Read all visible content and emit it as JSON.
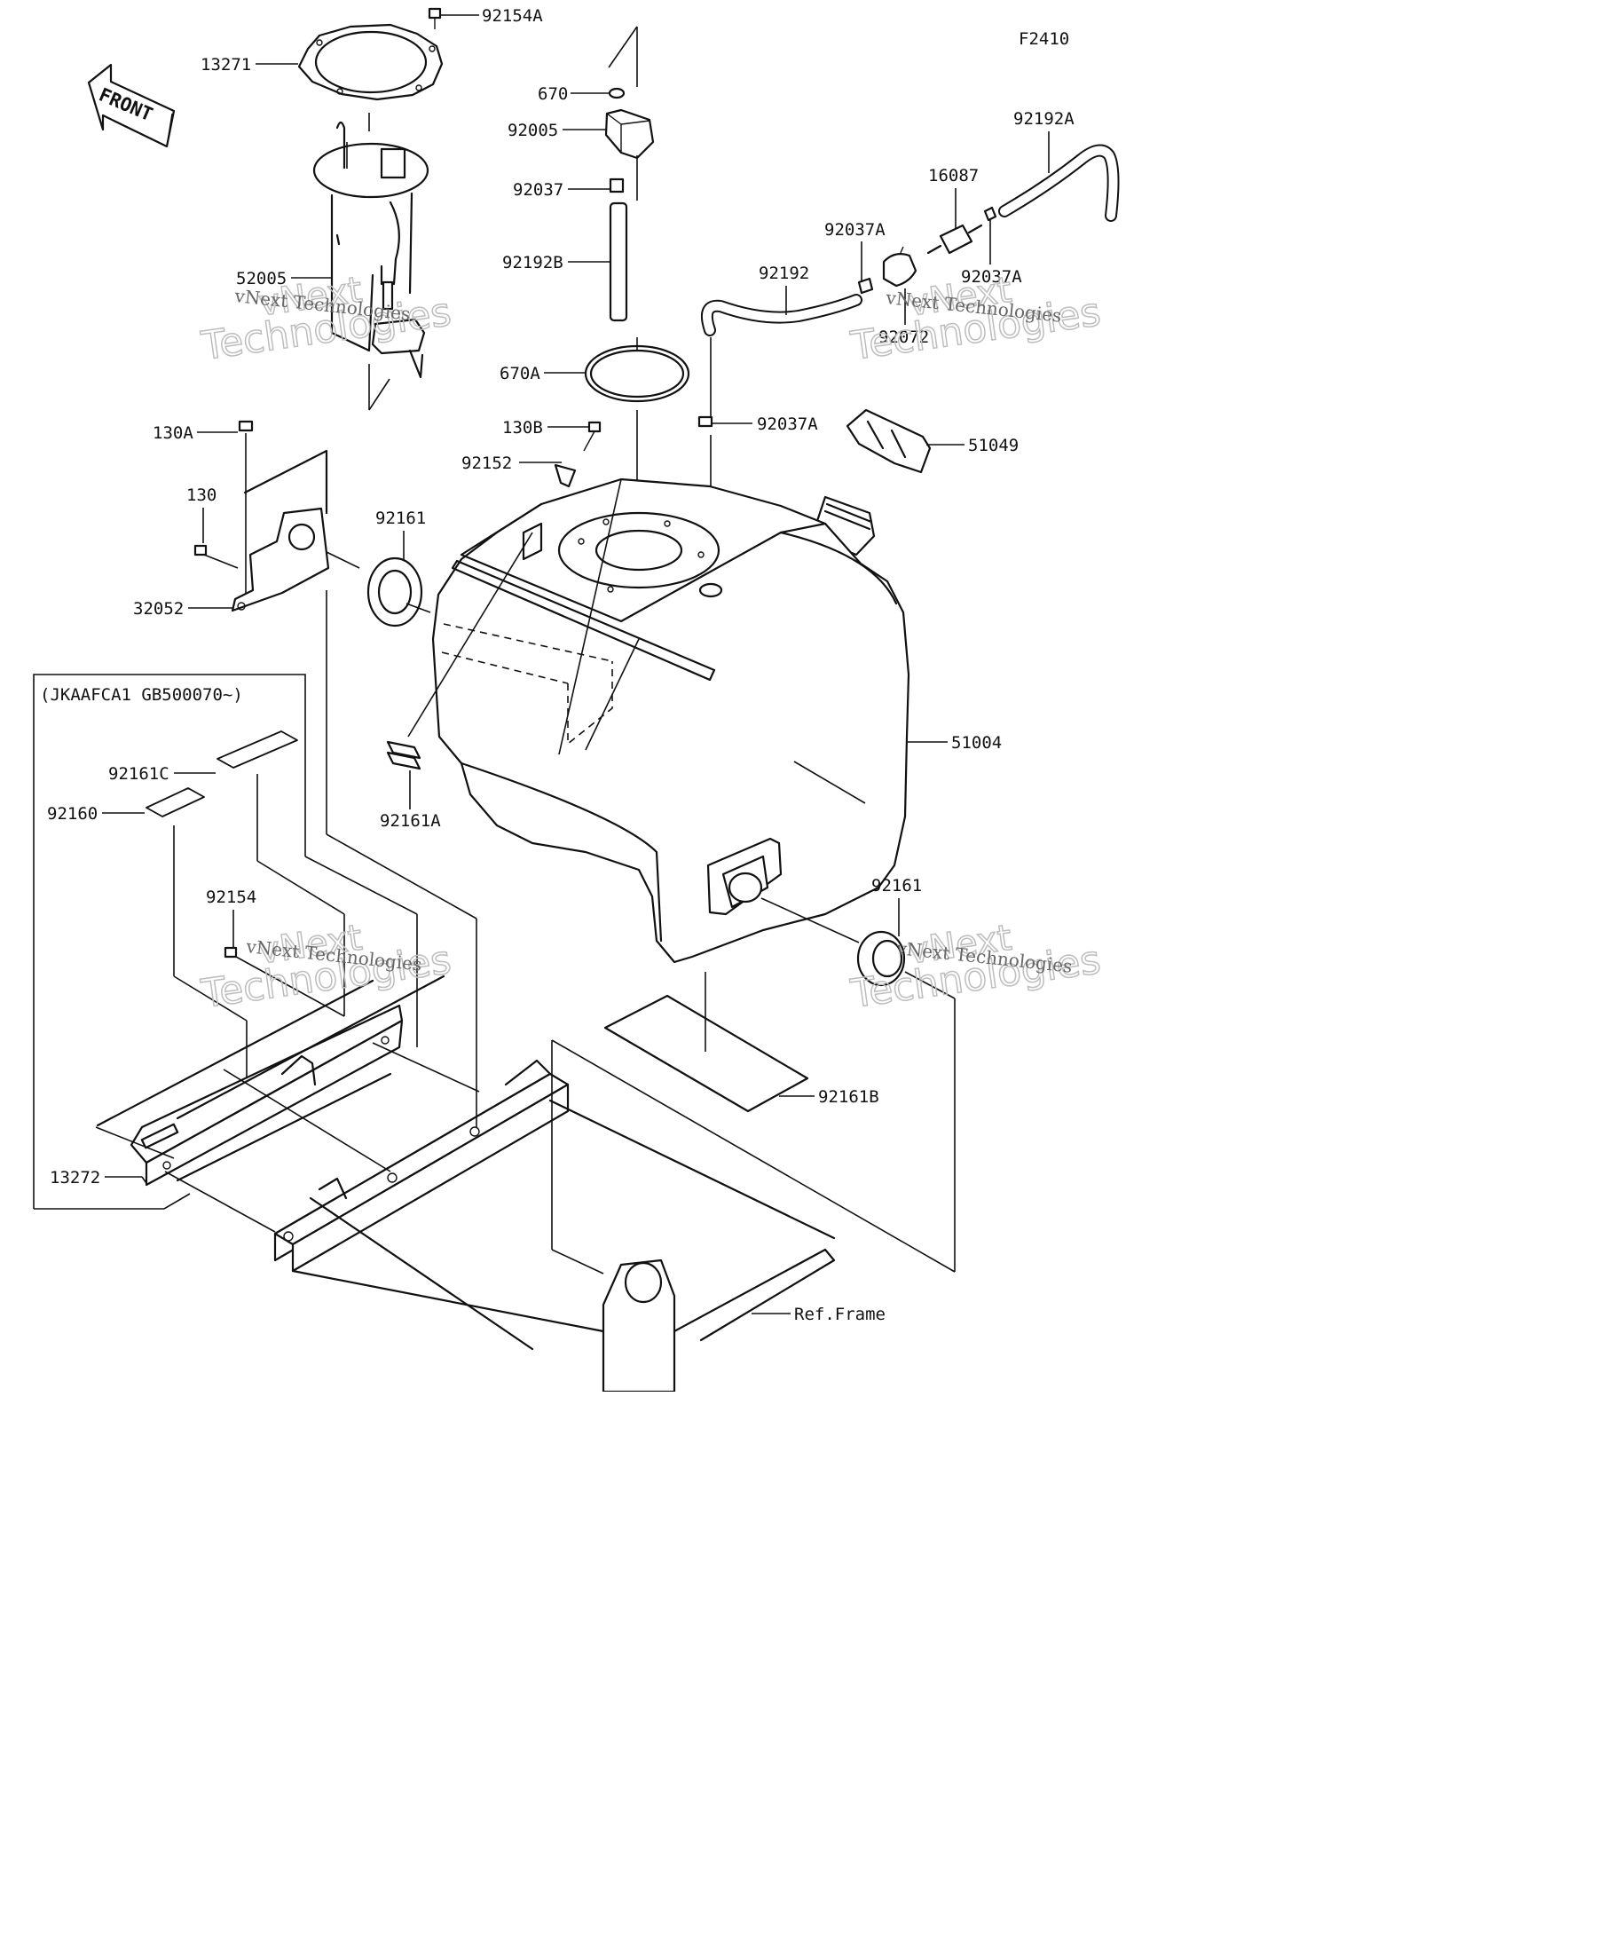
{
  "figure_code": "F2410",
  "front_arrow_label": "FRONT",
  "variant_note": "(JKAAFCA1 GB500070~)",
  "ref_frame_label": "Ref.Frame",
  "watermark": {
    "brand": "vNext",
    "company": "vNext Technologies",
    "word": "Technologies"
  },
  "part_labels": [
    {
      "id": "p92154A",
      "text": "92154A"
    },
    {
      "id": "p13271",
      "text": "13271"
    },
    {
      "id": "p52005",
      "text": "52005"
    },
    {
      "id": "p670",
      "text": "670"
    },
    {
      "id": "p92005",
      "text": "92005"
    },
    {
      "id": "p92037",
      "text": "92037"
    },
    {
      "id": "p92192B",
      "text": "92192B"
    },
    {
      "id": "p670A",
      "text": "670A"
    },
    {
      "id": "p92192A",
      "text": "92192A"
    },
    {
      "id": "p16087",
      "text": "16087"
    },
    {
      "id": "p92037A_1",
      "text": "92037A"
    },
    {
      "id": "p92192",
      "text": "92192"
    },
    {
      "id": "p92037A_2",
      "text": "92037A"
    },
    {
      "id": "p92072",
      "text": "92072"
    },
    {
      "id": "p92037A_3",
      "text": "92037A"
    },
    {
      "id": "p51049",
      "text": "51049"
    },
    {
      "id": "p130A",
      "text": "130A"
    },
    {
      "id": "p130B",
      "text": "130B"
    },
    {
      "id": "p92152",
      "text": "92152"
    },
    {
      "id": "p130",
      "text": "130"
    },
    {
      "id": "p92161_1",
      "text": "92161"
    },
    {
      "id": "p32052",
      "text": "32052"
    },
    {
      "id": "p51004",
      "text": "51004"
    },
    {
      "id": "p92161C",
      "text": "92161C"
    },
    {
      "id": "p92160",
      "text": "92160"
    },
    {
      "id": "p92161A",
      "text": "92161A"
    },
    {
      "id": "p92154",
      "text": "92154"
    },
    {
      "id": "p92161_2",
      "text": "92161"
    },
    {
      "id": "p92161B",
      "text": "92161B"
    },
    {
      "id": "p13272",
      "text": "13272"
    }
  ]
}
